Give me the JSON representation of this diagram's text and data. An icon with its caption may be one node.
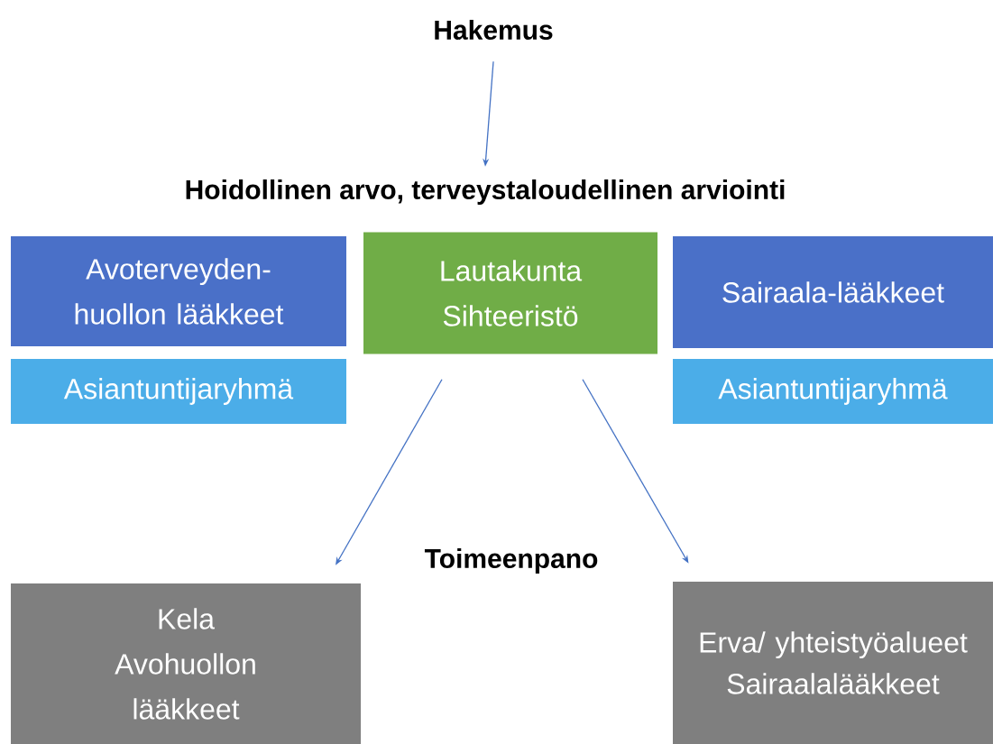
{
  "diagram": {
    "nodes": [
      {
        "text": [
          "Hakemus"
        ]
      },
      {
        "text": [
          "Hoidollinen arvo, terveystaloudellinen arviointi"
        ]
      },
      {
        "text": [
          "Avoterveyden-huollon lääkkeet"
        ]
      },
      {
        "text": [
          "Asiantuntijaryhmä"
        ]
      },
      {
        "text": [
          "Lautakunta Sihteeristö"
        ]
      },
      {
        "text": [
          "Sairaala-lääkkeet"
        ]
      },
      {
        "text": [
          "Asiantuntijaryhmä"
        ]
      },
      {
        "text": [
          "Kela Avohuollon lääkkeet"
        ]
      },
      {
        "text": [
          "Erva/ yhteistyöalueet Sairaalalääkkeet"
        ]
      }
    ],
    "edges": [
      {
        "from": 0,
        "to": 1,
        "arrow": "to"
      },
      {
        "from": 4,
        "to": 7,
        "arrow": "to"
      },
      {
        "from": 4,
        "to": 8,
        "arrow": "to"
      }
    ],
    "labels": [
      "Toimeenpano"
    ]
  }
}
